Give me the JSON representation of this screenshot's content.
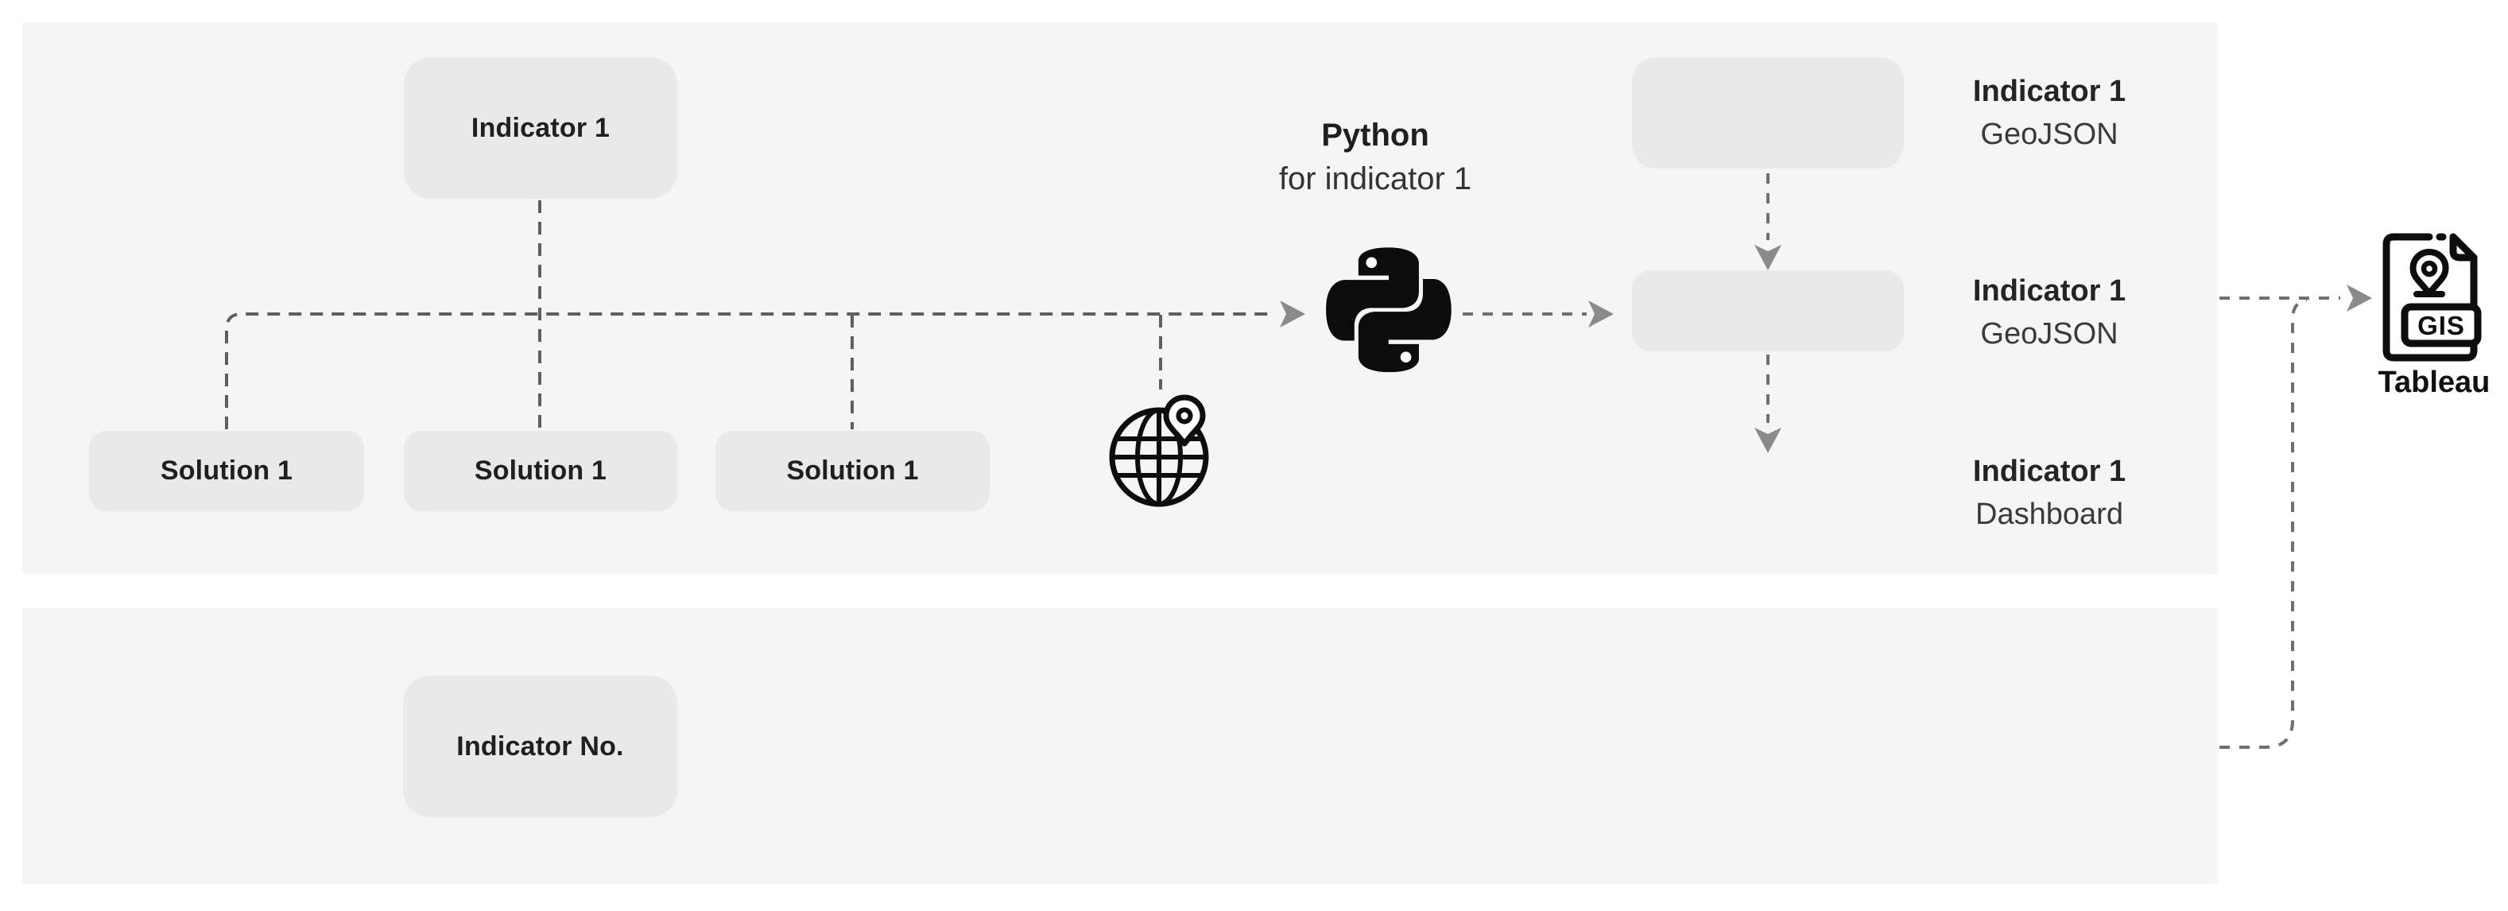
{
  "nodes": {
    "indicator1": {
      "label": "Indicator 1"
    },
    "solutions": [
      {
        "label": "Solution 1"
      },
      {
        "label": "Solution 1"
      },
      {
        "label": "Solution 1"
      }
    ],
    "indicator_no": {
      "label": "Indicator No."
    }
  },
  "python": {
    "title": "Python",
    "subtitle": "for indicator 1"
  },
  "outputs": [
    {
      "title": "Indicator 1",
      "subtitle": "GeoJSON"
    },
    {
      "title": "Indicator 1",
      "subtitle": "GeoJSON"
    },
    {
      "title": "Indicator 1",
      "subtitle": "Dashboard"
    }
  ],
  "tableau": {
    "label": "Tableau",
    "badge": "GIS"
  },
  "icons": {
    "python": "python-logo-icon",
    "globe": "globe-location-icon",
    "gis_file": "gis-file-icon"
  },
  "colors": {
    "panel": "#f5f5f6",
    "node_fill": "#e9e9ea",
    "dash_line": "#5f5f5f",
    "arrow": "#8a8a8a",
    "icon": "#0d0d0d",
    "text_dark": "#1f1f1f",
    "text_mid": "#3a3a3a"
  }
}
